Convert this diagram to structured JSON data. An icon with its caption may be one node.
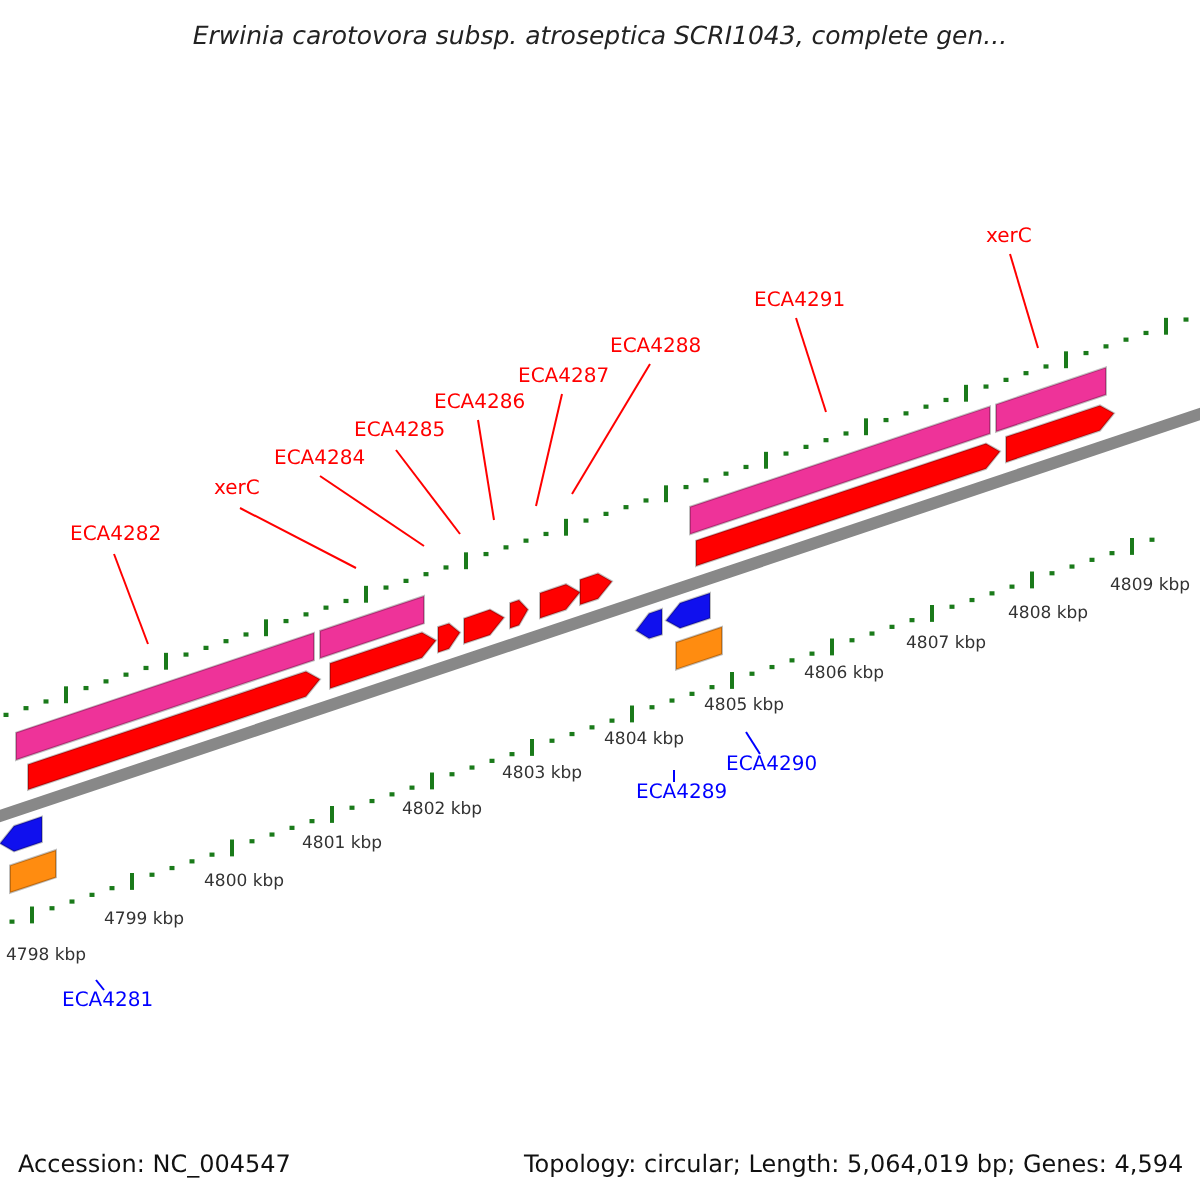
{
  "diagram": {
    "title": "Erwinia carotovora subsp. atroseptica SCRI1043, complete gen...",
    "nodes": [
      {
        "text": [
          "ECA4282"
        ]
      },
      {
        "text": [
          "xerC"
        ]
      },
      {
        "text": [
          "ECA4284"
        ]
      },
      {
        "text": [
          "ECA4285"
        ]
      },
      {
        "text": [
          "ECA4286"
        ]
      },
      {
        "text": [
          "ECA4287"
        ]
      },
      {
        "text": [
          "ECA4288"
        ]
      },
      {
        "text": [
          "ECA4291"
        ]
      },
      {
        "text": [
          "xerC"
        ]
      },
      {
        "text": [
          "ECA4290"
        ]
      },
      {
        "text": [
          "ECA4289"
        ]
      },
      {
        "text": [
          "ECA4281"
        ]
      }
    ],
    "edges": [
      {
        "from": 0,
        "to": null,
        "arrow": "none"
      },
      {
        "from": 1,
        "to": null,
        "arrow": "none"
      },
      {
        "from": 2,
        "to": null,
        "arrow": "none"
      },
      {
        "from": 3,
        "to": null,
        "arrow": "none"
      },
      {
        "from": 4,
        "to": null,
        "arrow": "none"
      },
      {
        "from": 5,
        "to": null,
        "arrow": "none"
      },
      {
        "from": 6,
        "to": null,
        "arrow": "none"
      },
      {
        "from": 7,
        "to": null,
        "arrow": "none"
      },
      {
        "from": 8,
        "to": null,
        "arrow": "none"
      },
      {
        "from": 9,
        "to": null,
        "arrow": "none",
        "color": "#0000ff"
      },
      {
        "from": 10,
        "to": null,
        "arrow": "none",
        "color": "#0000ff"
      },
      {
        "from": 11,
        "to": null,
        "arrow": "none",
        "color": "#0000ff"
      }
    ],
    "labels": [
      "4809 kbp",
      "4808 kbp",
      "4807 kbp",
      "4806 kbp",
      "4805 kbp",
      "4804 kbp",
      "4803 kbp",
      "4802 kbp",
      "4801 kbp",
      "4800 kbp",
      "4799 kbp",
      "4798 kbp",
      "Accession: NC_004547",
      "Topology: circular; Length: 5,064,019 bp; Genes: 4,594"
    ]
  }
}
